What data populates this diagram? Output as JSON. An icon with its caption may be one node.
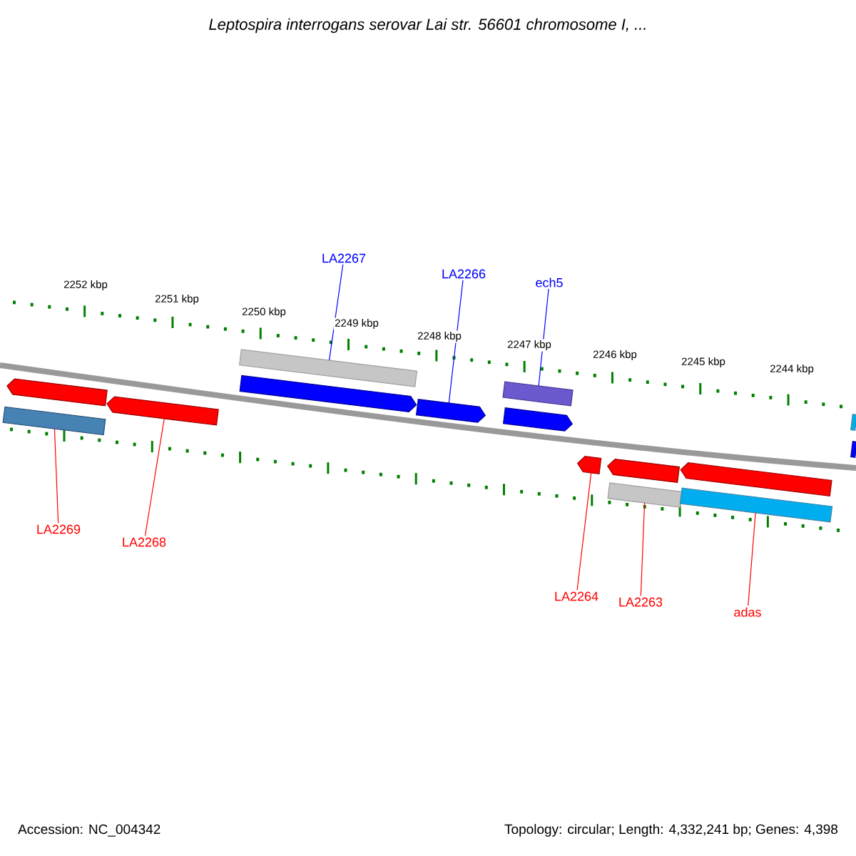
{
  "diagram": {
    "title": "Leptospira interrogans serovar Lai str. 56601 chromosome I, ...",
    "nodes": [
      {
        "text": [],
        "shape": "arrow"
      },
      {
        "text": [],
        "shape": "bar"
      },
      {
        "text": [],
        "shape": "arrow"
      },
      {
        "text": [],
        "shape": "bar"
      },
      {
        "text": [],
        "shape": "arrow"
      },
      {
        "text": [],
        "shape": "arrow"
      },
      {
        "text": [],
        "shape": "bar"
      },
      {
        "text": [],
        "shape": "arrow"
      },
      {
        "text": [],
        "shape": "arrow"
      },
      {
        "text": [],
        "shape": "arrow"
      },
      {
        "text": [],
        "shape": "arrow"
      },
      {
        "text": [],
        "shape": "bar"
      },
      {
        "text": [],
        "shape": "bar"
      },
      {
        "text": [],
        "shape": "bar"
      },
      {
        "text": [],
        "shape": "bar"
      },
      {
        "text": [
          "LA2267"
        ]
      },
      {
        "text": [
          "LA2266"
        ]
      },
      {
        "text": [
          "ech5"
        ]
      },
      {
        "text": [
          "LA2269"
        ]
      },
      {
        "text": [
          "LA2268"
        ]
      },
      {
        "text": [
          "LA2264"
        ]
      },
      {
        "text": [
          "LA2263"
        ]
      },
      {
        "text": [
          "adas"
        ]
      }
    ],
    "edges": [
      {
        "from": 15,
        "to": 3,
        "arrow": "none",
        "color": "#0000ff"
      },
      {
        "from": 16,
        "to": 5,
        "arrow": "none",
        "color": "#0000ff"
      },
      {
        "from": 17,
        "to": 6,
        "arrow": "none",
        "color": "#0000ff"
      },
      {
        "from": 18,
        "to": 1,
        "arrow": "none"
      },
      {
        "from": 19,
        "to": 2,
        "arrow": "none"
      },
      {
        "from": 20,
        "to": 8,
        "arrow": "none"
      },
      {
        "from": 21,
        "to": 11,
        "arrow": "none"
      },
      {
        "from": 22,
        "to": 12,
        "arrow": "none"
      }
    ],
    "labels": [
      "2252 kbp",
      "2251 kbp",
      "2250 kbp",
      "2249 kbp",
      "2248 kbp",
      "2247 kbp",
      "2246 kbp",
      "2245 kbp",
      "2244 kbp",
      "Accession: NC_004342",
      "Topology: circular; Length: 4,332,241 bp; Genes: 4,398"
    ]
  }
}
